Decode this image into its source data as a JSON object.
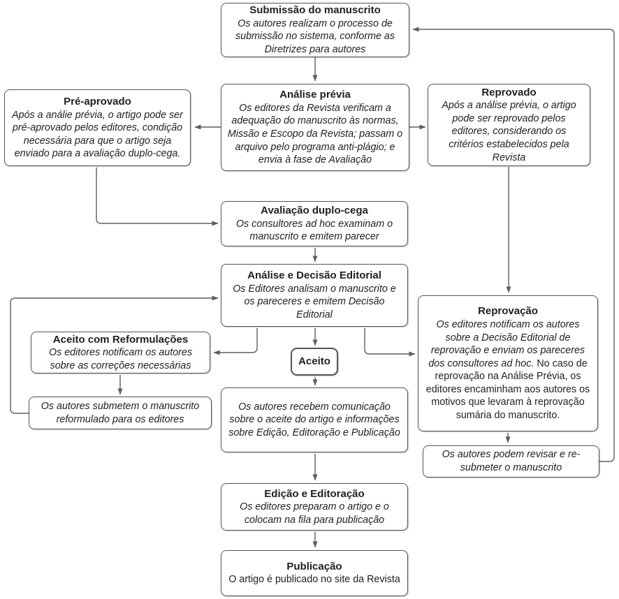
{
  "nodes": {
    "submissao": {
      "title": "Submissão do manuscrito",
      "body": "Os autores realizam o processo de submissão no sistema, conforme as Diretrizes para autores"
    },
    "analise_previa": {
      "title": "Análise prévia",
      "body": "Os editores da Revista verificam a adequação do manuscrito às normas, Missão e Escopo da Revista; passam o arquivo pelo programa anti-plágio; e envia à fase de Avaliação"
    },
    "pre_aprovado": {
      "title": "Pré-aprovado",
      "body": "Após a análie prévia, o artigo pode ser pré-aprovado pelos editores, condição necessária para que o artigo seja enviado para a avaliação duplo-cega."
    },
    "reprovado": {
      "title": "Reprovado",
      "body": "Após a análise prévia, o artigo pode ser reprovado pelos editores, considerando os critérios estabelecidos pela Revista"
    },
    "avaliacao": {
      "title": "Avaliação duplo-cega",
      "body": "Os consultores ad hoc examinam o manuscrito e emitem parecer"
    },
    "analise_decisao": {
      "title": "Análise e Decisão Editorial",
      "body": "Os Editores analisam o manuscrito e os pareceres e emitem Decisão Editorial"
    },
    "aceito_reformulacoes": {
      "title": "Aceito com Reformulações",
      "body": "Os editores notificam os autores sobre as correções necessárias"
    },
    "autores_submetem": {
      "body": "Os autores submetem o manuscrito reformulado para os editores"
    },
    "aceito": {
      "title": "Aceito"
    },
    "autores_recebem": {
      "body": "Os autores recebem comunicação sobre o aceite do artigo e informações sobre Edição, Editoração e Publicação"
    },
    "reprovacao": {
      "title": "Reprovação",
      "body_italic": "Os editores notificam os autores sobre a Decisão Editorial de reprovação e enviam os pareceres dos consultores ad hoc.",
      "body_regular": "No caso de reprovação na Análise Prévia, os editores encaminham aos autores os motivos que levaram à reprovação sumária do manuscrito."
    },
    "autores_revisar": {
      "body": "Os autores podem revisar e re-submeter o manuscrito"
    },
    "edicao": {
      "title": "Edição e Editoração",
      "body": "Os editores preparam o artigo e o colocam na fila para publicação"
    },
    "publicacao": {
      "title": "Publicação",
      "body": "O artigo é publicado no site da Revista"
    }
  },
  "colors": {
    "node_border": "#545454",
    "connector": "#5e5e5e",
    "text": "#1f1f1f",
    "background": "#ffffff"
  }
}
